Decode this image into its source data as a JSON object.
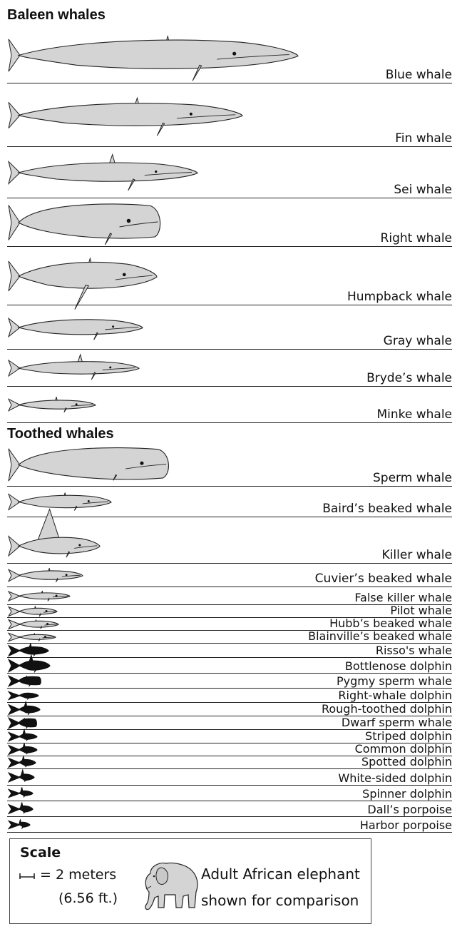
{
  "sections": {
    "baleen_title": "Baleen whales",
    "toothed_title": "Toothed whales"
  },
  "species": [
    {
      "name": "Blue whale",
      "group": "baleen",
      "style": "grey"
    },
    {
      "name": "Fin whale",
      "group": "baleen",
      "style": "grey"
    },
    {
      "name": "Sei whale",
      "group": "baleen",
      "style": "grey"
    },
    {
      "name": "Right whale",
      "group": "baleen",
      "style": "grey"
    },
    {
      "name": "Humpback whale",
      "group": "baleen",
      "style": "grey"
    },
    {
      "name": "Gray whale",
      "group": "baleen",
      "style": "grey"
    },
    {
      "name": "Bryde’s whale",
      "group": "baleen",
      "style": "grey"
    },
    {
      "name": "Minke whale",
      "group": "baleen",
      "style": "grey"
    },
    {
      "name": "Sperm whale",
      "group": "toothed",
      "style": "grey"
    },
    {
      "name": "Baird’s beaked whale",
      "group": "toothed",
      "style": "grey"
    },
    {
      "name": "Killer whale",
      "group": "toothed",
      "style": "grey"
    },
    {
      "name": "Cuvier’s beaked whale",
      "group": "toothed",
      "style": "grey"
    },
    {
      "name": "False killer whale",
      "group": "toothed",
      "style": "grey"
    },
    {
      "name": "Pilot whale",
      "group": "toothed",
      "style": "grey"
    },
    {
      "name": "Hubb’s beaked whale",
      "group": "toothed",
      "style": "grey"
    },
    {
      "name": "Blainville’s beaked whale",
      "group": "toothed",
      "style": "grey"
    },
    {
      "name": "Risso's whale",
      "group": "toothed",
      "style": "black"
    },
    {
      "name": "Bottlenose dolphin",
      "group": "toothed",
      "style": "black"
    },
    {
      "name": "Pygmy sperm whale",
      "group": "toothed",
      "style": "black"
    },
    {
      "name": "Right-whale dolphin",
      "group": "toothed",
      "style": "black"
    },
    {
      "name": "Rough-toothed dolphin",
      "group": "toothed",
      "style": "black"
    },
    {
      "name": "Dwarf sperm whale",
      "group": "toothed",
      "style": "black"
    },
    {
      "name": "Striped dolphin",
      "group": "toothed",
      "style": "black"
    },
    {
      "name": "Common dolphin",
      "group": "toothed",
      "style": "black"
    },
    {
      "name": "Spotted dolphin",
      "group": "toothed",
      "style": "black"
    },
    {
      "name": "White-sided dolphin",
      "group": "toothed",
      "style": "black"
    },
    {
      "name": "Spinner dolphin",
      "group": "toothed",
      "style": "black"
    },
    {
      "name": "Dall’s porpoise",
      "group": "toothed",
      "style": "black"
    },
    {
      "name": "Harbor porpoise",
      "group": "toothed",
      "style": "black"
    }
  ],
  "legend": {
    "title": "Scale",
    "scale_text": "= 2 meters",
    "scale_imperial": "(6.56 ft.)",
    "comparison_line1": "Adult African elephant",
    "comparison_line2": "shown for comparison"
  },
  "colors": {
    "whale_fill": "#d4d4d4",
    "silhouette_fill": "#111111",
    "outline": "#222222"
  }
}
